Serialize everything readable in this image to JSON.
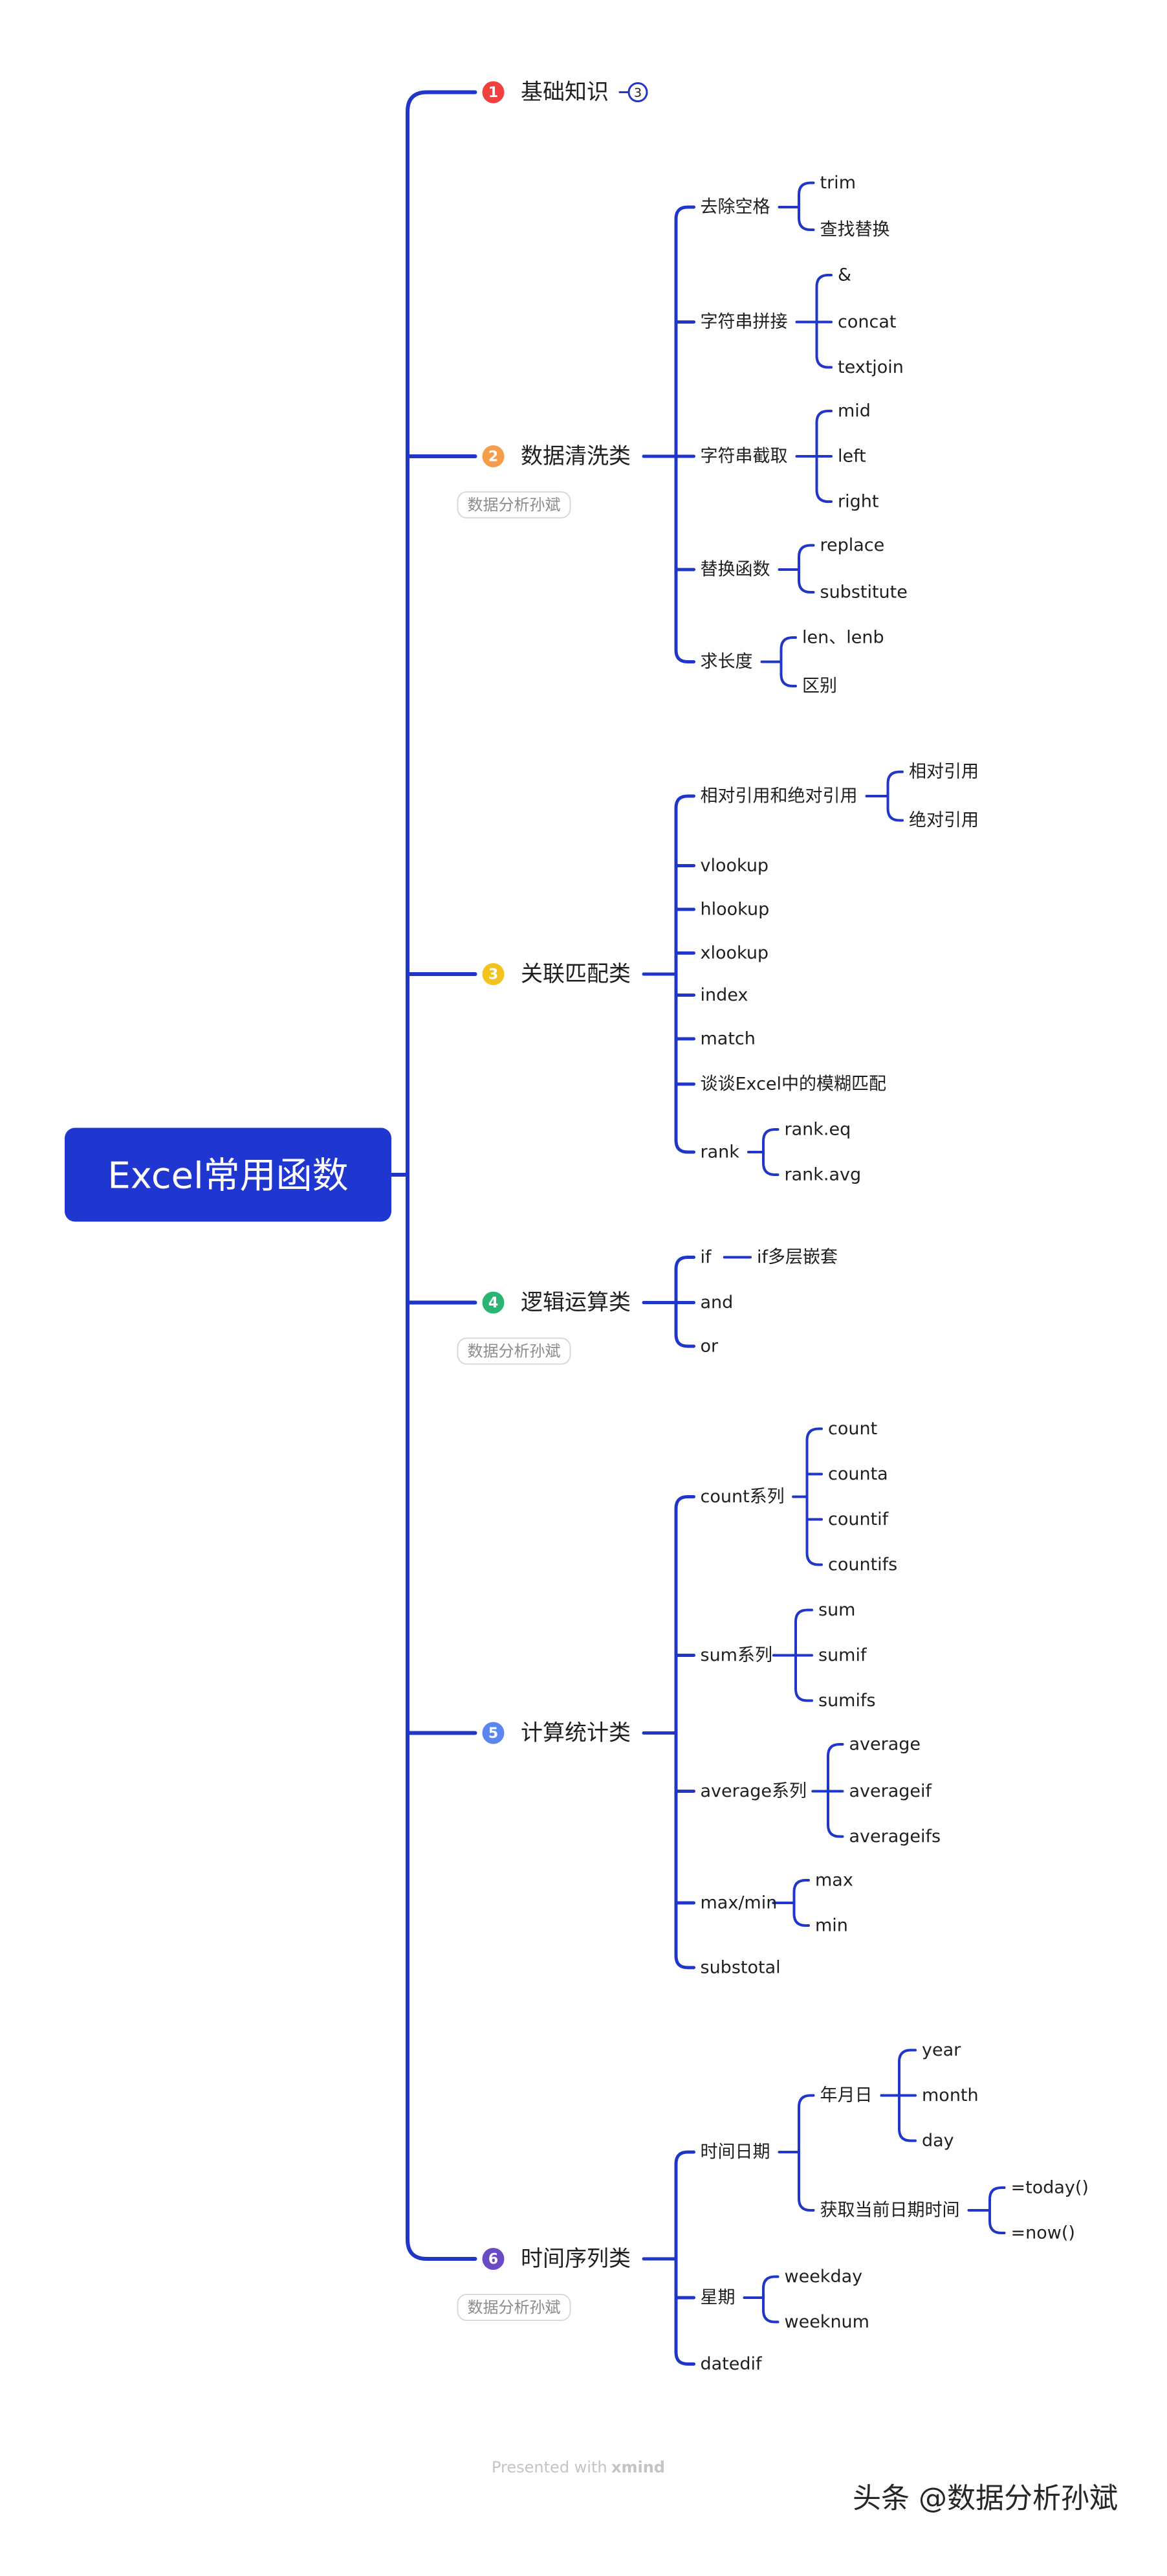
{
  "root": {
    "label": "Excel常用函数"
  },
  "colors": {
    "line": "#1f36c8",
    "root_bg": "#1f36d1",
    "tag_border": "#d9d9d9"
  },
  "branches": [
    {
      "num": "1",
      "color": "#f04040",
      "label": "基础知识",
      "badge": "3",
      "tag": "",
      "children": []
    },
    {
      "num": "2",
      "color": "#f59d4a",
      "label": "数据清洗类",
      "tag": "数据分析孙斌",
      "children": [
        {
          "label": "去除空格",
          "children": [
            {
              "label": "trim"
            },
            {
              "label": "查找替换"
            }
          ]
        },
        {
          "label": "字符串拼接",
          "children": [
            {
              "label": "&"
            },
            {
              "label": "concat"
            },
            {
              "label": "textjoin"
            }
          ]
        },
        {
          "label": "字符串截取",
          "children": [
            {
              "label": "mid"
            },
            {
              "label": "left"
            },
            {
              "label": "right"
            }
          ]
        },
        {
          "label": "替换函数",
          "children": [
            {
              "label": "replace"
            },
            {
              "label": "substitute"
            }
          ]
        },
        {
          "label": "求长度",
          "children": [
            {
              "label": "len、lenb"
            },
            {
              "label": "区别"
            }
          ]
        }
      ]
    },
    {
      "num": "3",
      "color": "#f2c21f",
      "label": "关联匹配类",
      "tag": "",
      "children": [
        {
          "label": "相对引用和绝对引用",
          "children": [
            {
              "label": "相对引用"
            },
            {
              "label": "绝对引用"
            }
          ]
        },
        {
          "label": "vlookup"
        },
        {
          "label": "hlookup"
        },
        {
          "label": "xlookup"
        },
        {
          "label": "index"
        },
        {
          "label": "match"
        },
        {
          "label": "谈谈Excel中的模糊匹配"
        },
        {
          "label": "rank",
          "children": [
            {
              "label": "rank.eq"
            },
            {
              "label": "rank.avg"
            }
          ]
        }
      ]
    },
    {
      "num": "4",
      "color": "#2bb574",
      "label": "逻辑运算类",
      "tag": "数据分析孙斌",
      "children": [
        {
          "label": "if",
          "children": [
            {
              "label": "if多层嵌套"
            }
          ]
        },
        {
          "label": "and"
        },
        {
          "label": "or"
        }
      ]
    },
    {
      "num": "5",
      "color": "#5b86f0",
      "label": "计算统计类",
      "tag": "",
      "children": [
        {
          "label": "count系列",
          "children": [
            {
              "label": "count"
            },
            {
              "label": "counta"
            },
            {
              "label": "countif"
            },
            {
              "label": "countifs"
            }
          ]
        },
        {
          "label": "sum系列",
          "children": [
            {
              "label": "sum"
            },
            {
              "label": "sumif"
            },
            {
              "label": "sumifs"
            }
          ]
        },
        {
          "label": "average系列",
          "children": [
            {
              "label": "average"
            },
            {
              "label": "averageif"
            },
            {
              "label": "averageifs"
            }
          ]
        },
        {
          "label": "max/min",
          "children": [
            {
              "label": "max"
            },
            {
              "label": "min"
            }
          ]
        },
        {
          "label": "substotal"
        }
      ]
    },
    {
      "num": "6",
      "color": "#6a4bc4",
      "label": "时间序列类",
      "tag": "数据分析孙斌",
      "children": [
        {
          "label": "时间日期",
          "children": [
            {
              "label": "年月日",
              "children": [
                {
                  "label": "year"
                },
                {
                  "label": "month"
                },
                {
                  "label": "day"
                }
              ]
            },
            {
              "label": "获取当前日期时间",
              "children": [
                {
                  "label": "=today()"
                },
                {
                  "label": "=now()"
                }
              ]
            }
          ]
        },
        {
          "label": "星期",
          "children": [
            {
              "label": "weekday"
            },
            {
              "label": "weeknum"
            }
          ]
        },
        {
          "label": "datedif"
        }
      ]
    }
  ],
  "footer": {
    "presented": "Presented with",
    "brand": "xmind"
  },
  "watermark": "头条 @数据分析孙斌"
}
